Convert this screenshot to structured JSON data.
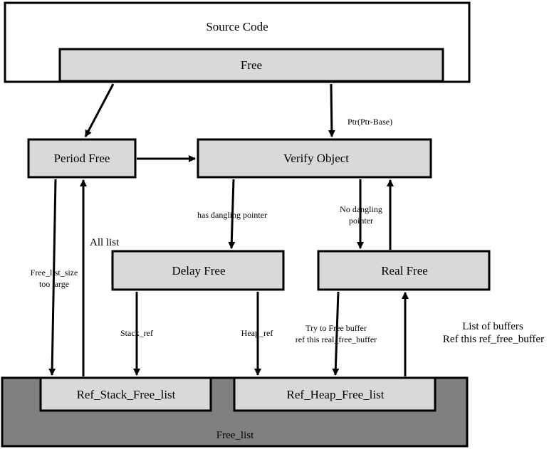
{
  "diagram": {
    "nodes": {
      "source_code": "Source Code",
      "free": "Free",
      "period_free": "Period Free",
      "verify_object": "Verify Object",
      "delay_free": "Delay Free",
      "real_free": "Real Free",
      "ref_stack_free_list": "Ref_Stack_Free_list",
      "ref_heap_free_list": "Ref_Heap_Free_list",
      "free_list": "Free_list"
    },
    "edge_labels": {
      "ptr_ptr_base": "Ptr(Ptr-Base)",
      "has_dangling_pointer": "has dangling pointer",
      "no_dangling_1": "No dangling",
      "no_dangling_2": "pointer",
      "all_list": "All list",
      "free_list_size_1": "Free_list_size",
      "free_list_size_2": "too large",
      "stack_ref": "Stack_ref",
      "heap_ref": "Heap_ref",
      "try_free_1": "Try to Free buffer",
      "try_free_2": "ref this real_free_buffer",
      "list_of_buffers_1": "List of buffers",
      "list_of_buffers_2": "Ref this ref_free_buffer"
    },
    "colors": {
      "box_fill": "#d9d9d9",
      "outer_fill": "#ffffff",
      "free_list_fill": "#808080",
      "stroke": "#000000"
    }
  }
}
